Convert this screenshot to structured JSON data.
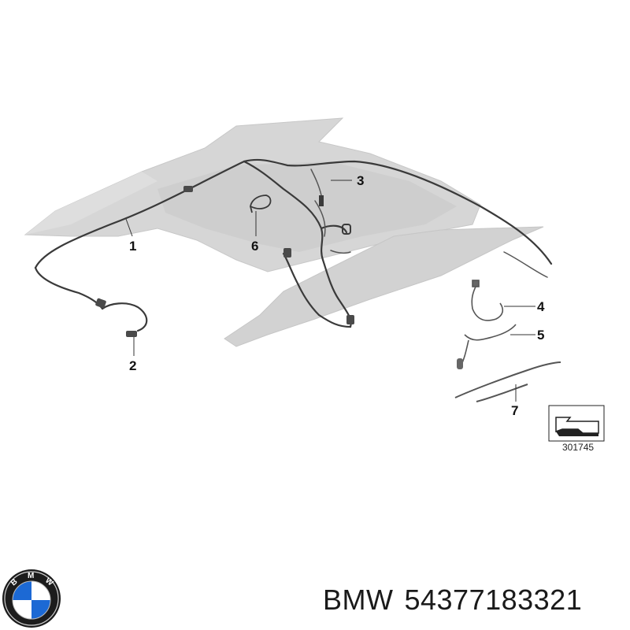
{
  "diagram": {
    "callouts": [
      {
        "id": "1",
        "label": "1"
      },
      {
        "id": "2",
        "label": "2"
      },
      {
        "id": "3",
        "label": "3"
      },
      {
        "id": "4",
        "label": "4"
      },
      {
        "id": "5",
        "label": "5"
      },
      {
        "id": "6",
        "label": "6"
      },
      {
        "id": "7",
        "label": "7"
      }
    ],
    "reference_number": "301745"
  },
  "footer": {
    "brand": "BMW",
    "part_number": "54377183321"
  },
  "logo": {
    "text": "BMW",
    "colors": {
      "ring": "#1c1c1c",
      "blue": "#1c69d4",
      "white": "#ffffff"
    }
  },
  "colors": {
    "headliner": "#d6d6d6",
    "headliner_shade": "#c4c4c4",
    "wire": "#3a3a3a",
    "wire_light": "#8a8a8a"
  }
}
